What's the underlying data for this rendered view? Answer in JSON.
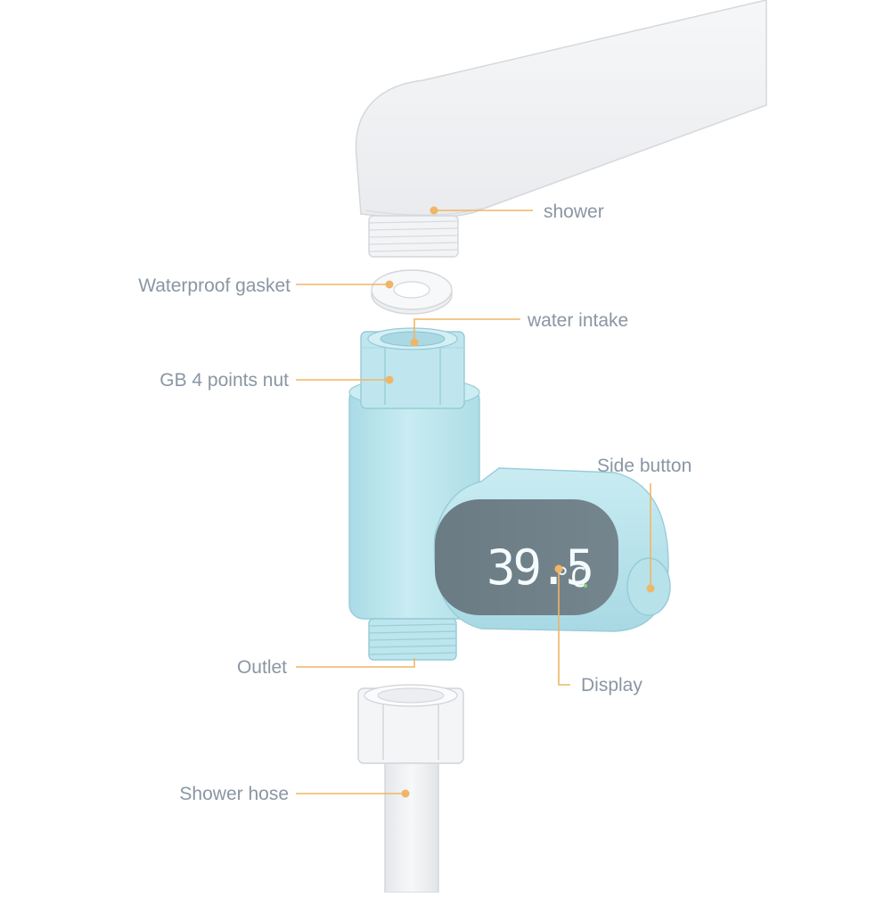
{
  "labels": {
    "shower": "shower",
    "waterproof_gasket": "Waterproof gasket",
    "water_intake": "water intake",
    "gb_nut": "GB 4 points nut",
    "side_button": "Side button",
    "outlet": "Outlet",
    "display": "Display",
    "shower_hose": "Shower hose"
  },
  "display": {
    "temperature": "39.5",
    "unit": "°C"
  },
  "colors": {
    "leader": "#f0b567",
    "label_text": "#8a96a3",
    "body": "#bfe6ee",
    "screen": "#6c7c84",
    "screen_text": "#f4fbfd",
    "shower_fill": "#f1f2f4",
    "outline": "#d5d8dc"
  }
}
